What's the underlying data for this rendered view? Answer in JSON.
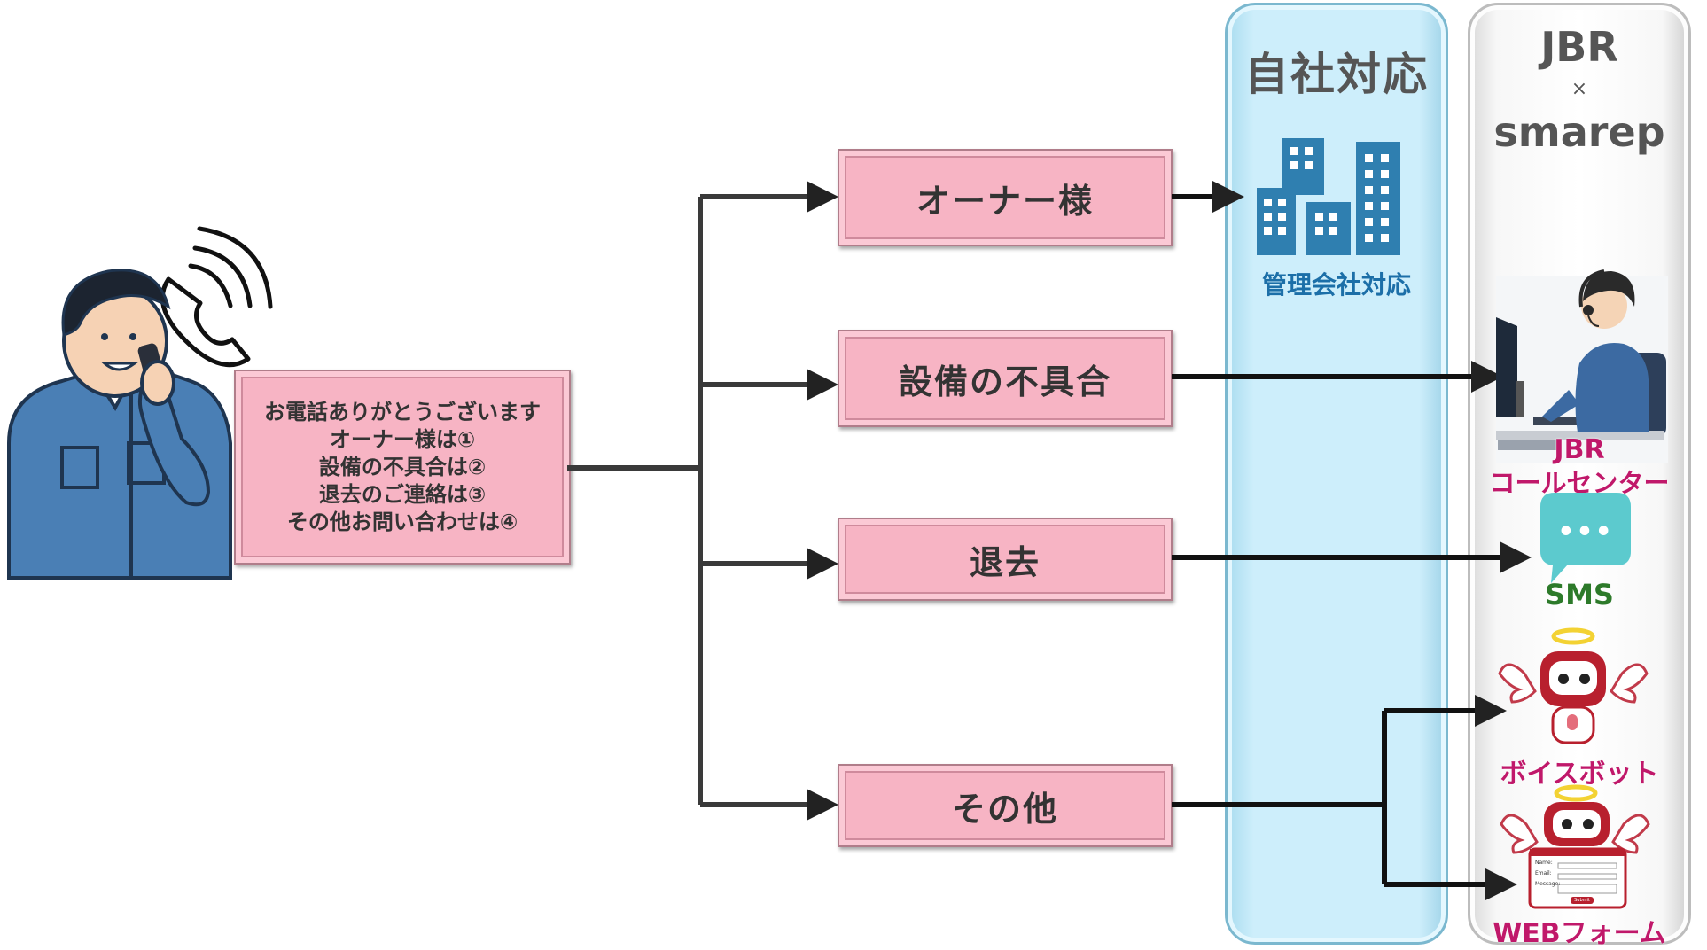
{
  "greeting": {
    "lines": [
      "お電話ありがとうございます",
      "オーナー様は①",
      "設備の不具合は②",
      "退去のご連絡は③",
      "その他お問い合わせは④"
    ]
  },
  "options": [
    {
      "label": "オーナー様"
    },
    {
      "label": "設備の不具合"
    },
    {
      "label": "退去"
    },
    {
      "label": "その他"
    }
  ],
  "columns": {
    "self": {
      "title": "自社対応",
      "building_label": "管理会社対応"
    },
    "jbr": {
      "title_line1": "JBR",
      "title_times": "×",
      "title_line2": "smarep"
    }
  },
  "channels": {
    "call_center": {
      "line1": "JBR",
      "line2": "コールセンター"
    },
    "sms": {
      "label": "SMS",
      "bubble": "•••"
    },
    "voicebot": {
      "label": "ボイスボット"
    },
    "webform": {
      "label": "WEBフォーム",
      "form_fields": [
        "Name:",
        "Email:",
        "Message:"
      ],
      "submit": "Submit"
    }
  },
  "colors": {
    "box_fill": "#f7b4c4",
    "self_column": "#cdeefb",
    "building": "#2f7fb0",
    "accent_pink": "#c0186a",
    "sms_green": "#2d7a2a"
  }
}
